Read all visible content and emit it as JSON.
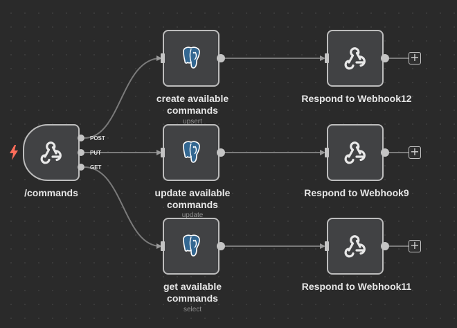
{
  "canvas": {
    "background": "#2a2a2a",
    "node_fill": "#414244",
    "node_border": "#bdbdbd",
    "connection_color": "#7a7a7a",
    "trigger_bolt_color": "#ff6d5a"
  },
  "nodes": {
    "webhook_trigger": {
      "label": "/commands",
      "icon": "webhook-icon",
      "outputs": [
        "POST",
        "PUT",
        "GET"
      ]
    },
    "create_commands": {
      "label": "create available commands",
      "subtitle": "upsert",
      "icon": "postgres-elephant-icon"
    },
    "update_commands": {
      "label": "update available commands",
      "subtitle": "update",
      "icon": "postgres-elephant-icon"
    },
    "get_commands": {
      "label": "get available commands",
      "subtitle": "select",
      "icon": "postgres-elephant-icon"
    },
    "respond_12": {
      "label": "Respond to Webhook12",
      "icon": "webhook-icon"
    },
    "respond_9": {
      "label": "Respond to Webhook9",
      "icon": "webhook-icon"
    },
    "respond_11": {
      "label": "Respond to Webhook11",
      "icon": "webhook-icon"
    }
  },
  "add_button_symbol": "+"
}
